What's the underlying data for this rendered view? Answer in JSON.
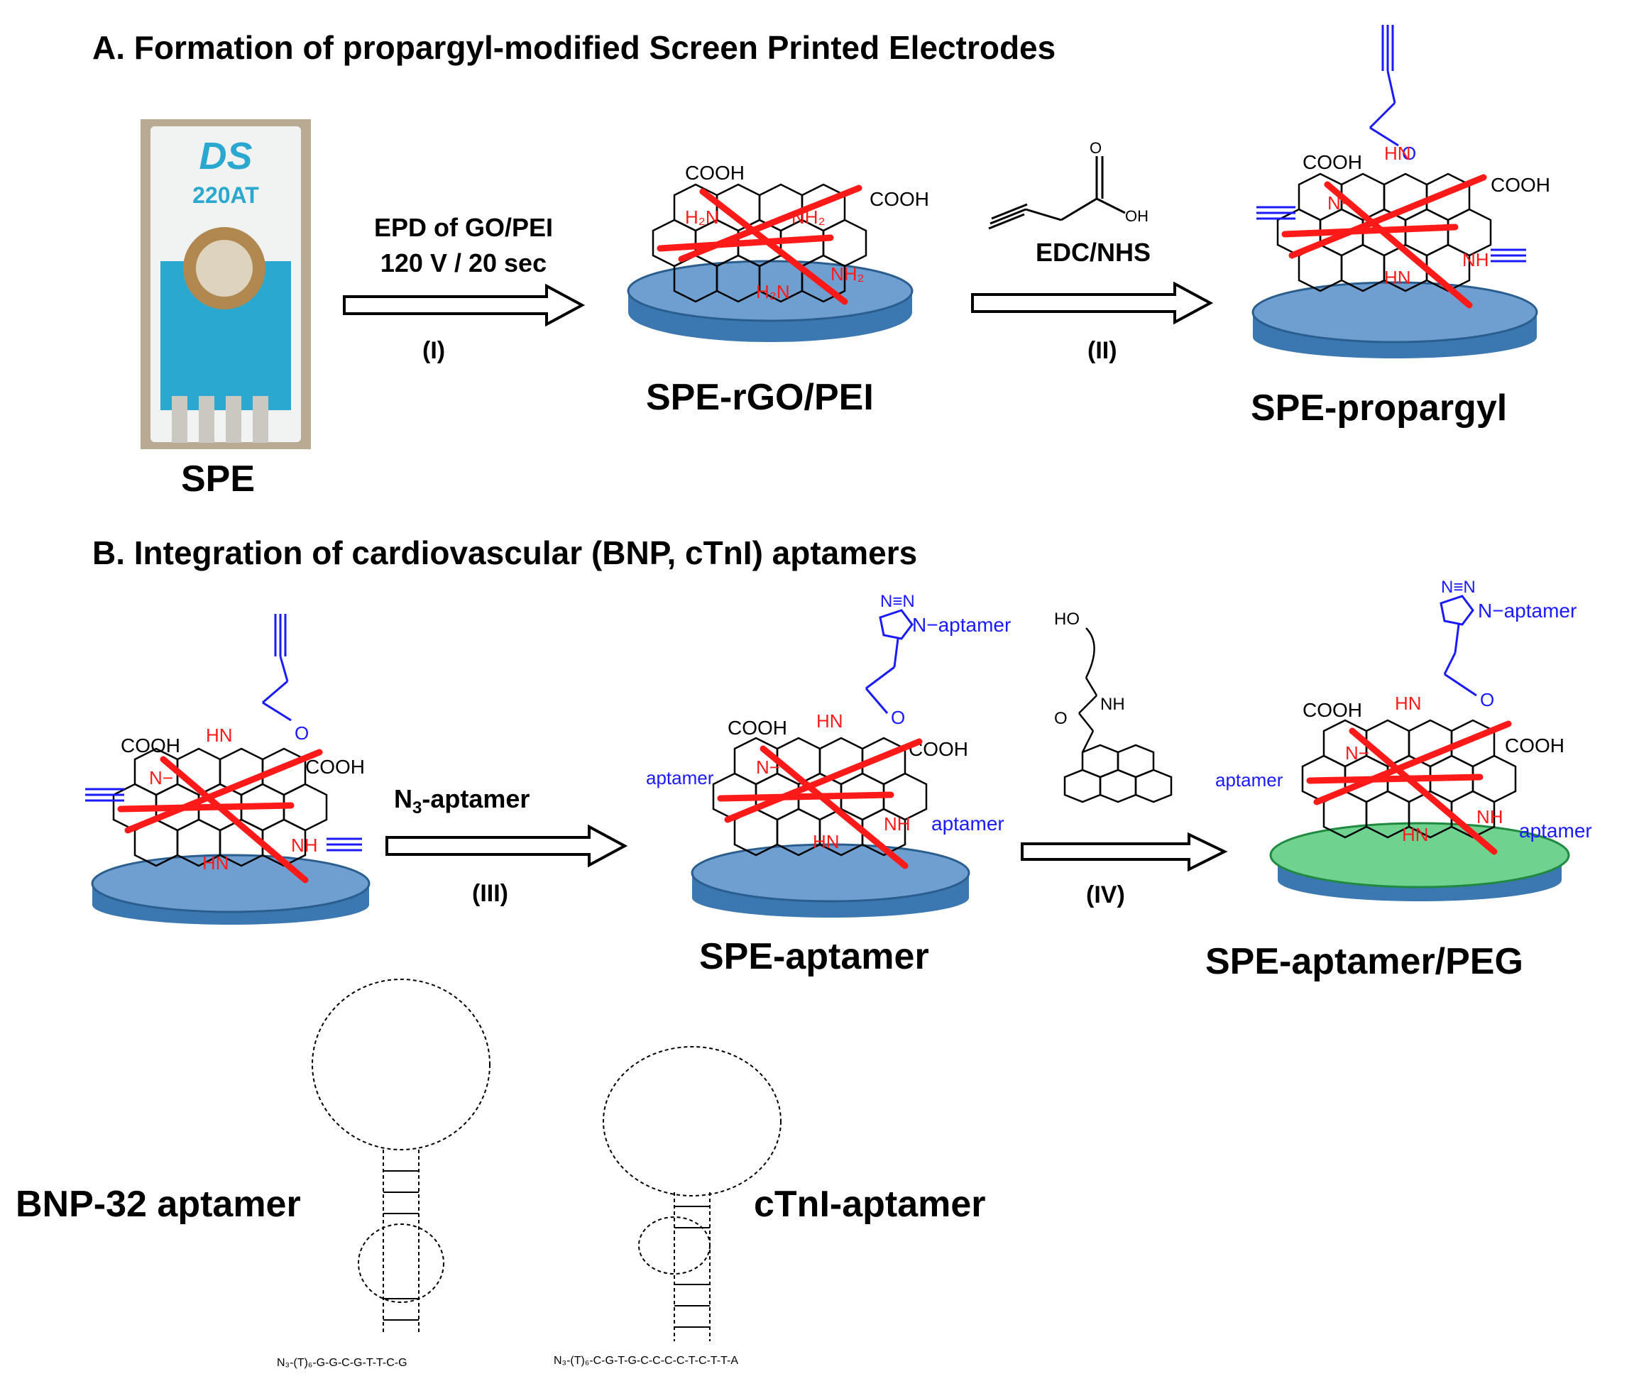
{
  "section_a": {
    "title": "A. Formation of propargyl-modified Screen Printed Electrodes",
    "spe_photo_label": "SPE",
    "spe_photo_brand": "DS",
    "spe_photo_model": "220AT",
    "step1": {
      "condition_line1": "EPD of GO/PEI",
      "condition_line2": "120 V / 20 sec",
      "roman": "(I)"
    },
    "product1_label": "SPE-rGO/PEI",
    "step2": {
      "condition": "EDC/NHS",
      "roman": "(II)"
    },
    "product2_label": "SPE-propargyl"
  },
  "section_b": {
    "title": "B. Integration of cardiovascular (BNP, cTnI) aptamers",
    "step3": {
      "reagent_main": "N",
      "reagent_sub": "3",
      "reagent_rest": "-aptamer",
      "roman": "(III)"
    },
    "product3_label": "SPE-aptamer",
    "step4": {
      "roman": "(IV)"
    },
    "product4_label": "SPE-aptamer/PEG",
    "aptamer1_label": "BNP-32 aptamer",
    "aptamer2_label": "cTnI-aptamer",
    "aptamer1_sequence_tail": "N₃-(T)₆-G-G-C-G-T-T-C-G",
    "aptamer2_sequence_tail": "N₃-(T)₆-C-G-T-G-C-C-C-C-T-C-T-T-A"
  },
  "chem": {
    "cooh": "COOH",
    "nh2": "NH₂",
    "h2n": "H₂N",
    "nh": "NH",
    "hn": "HN",
    "n_dash": "N−",
    "o": "O",
    "oh": "OH",
    "ho": "HO",
    "aptamer": "aptamer",
    "n_aptamer": "N−aptamer",
    "triazole_n": "N≡N"
  },
  "colors": {
    "electrode_blue": "#5b8fc2",
    "electrode_edge": "#2a5e8f",
    "peg_green": "#6fd38f",
    "pei_red": "#ff1a1a",
    "linker_blue": "#1a1aff",
    "spe_card_blue": "#2aa8d0"
  }
}
